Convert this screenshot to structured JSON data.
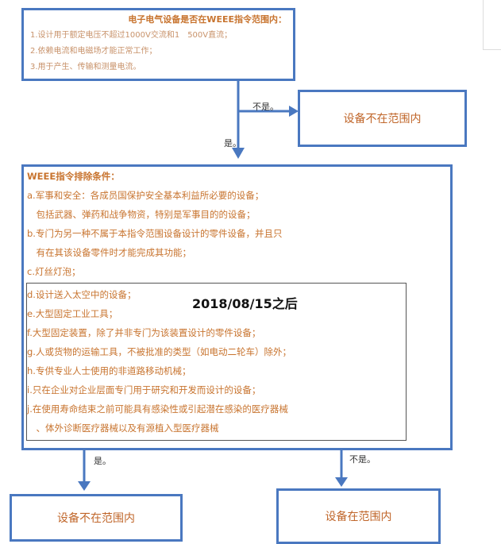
{
  "top_box": {
    "title": "电子电气设备是否在WEEE指令范围内：",
    "items": [
      "1.设计用于额定电压不超过1000V交流和1　500V直流；",
      "2.依赖电流和电磁场才能正常工作；",
      "3.用于产生、传输和测量电流。"
    ]
  },
  "branch_no_label": "不是。",
  "branch_yes_label": "是。",
  "out_of_scope_top": "设备不在范围内",
  "exclusion_box": {
    "title": "WEEE指令排除条件：",
    "items": [
      "a.军事和安全：各成员国保护安全基本利益所必要的设备；",
      "　包括武器、弹药和战争物资，特别是军事目的的设备；",
      "b.专门为另一种不属于本指令范围设备设计的零件设备，并且只",
      "　有在其该设备零件时才能完成其功能；",
      "c.灯丝灯泡；"
    ],
    "after_items": [
      "d.设计送入太空中的设备；",
      "e.大型固定工业工具；",
      "f.大型固定装置，除了并非专门为该装置设计的零件设备；",
      "g.人或货物的运输工具，不被批准的类型（如电动二轮车）除外；",
      "h.专供专业人士使用的非道路移动机械；",
      "i.只在企业对企业层面专门用于研究和开发而设计的设备；",
      "j.在使用寿命结束之前可能具有感染性或引起潜在感染的医疗器械",
      "　、体外诊断医疗器械以及有源植入型医疗器械"
    ],
    "after_date": "2018/08/15之后"
  },
  "bottom_yes_label": "是。",
  "bottom_no_label": "不是。",
  "out_of_scope_bottom": "设备不在范围内",
  "in_scope": "设备在范围内"
}
